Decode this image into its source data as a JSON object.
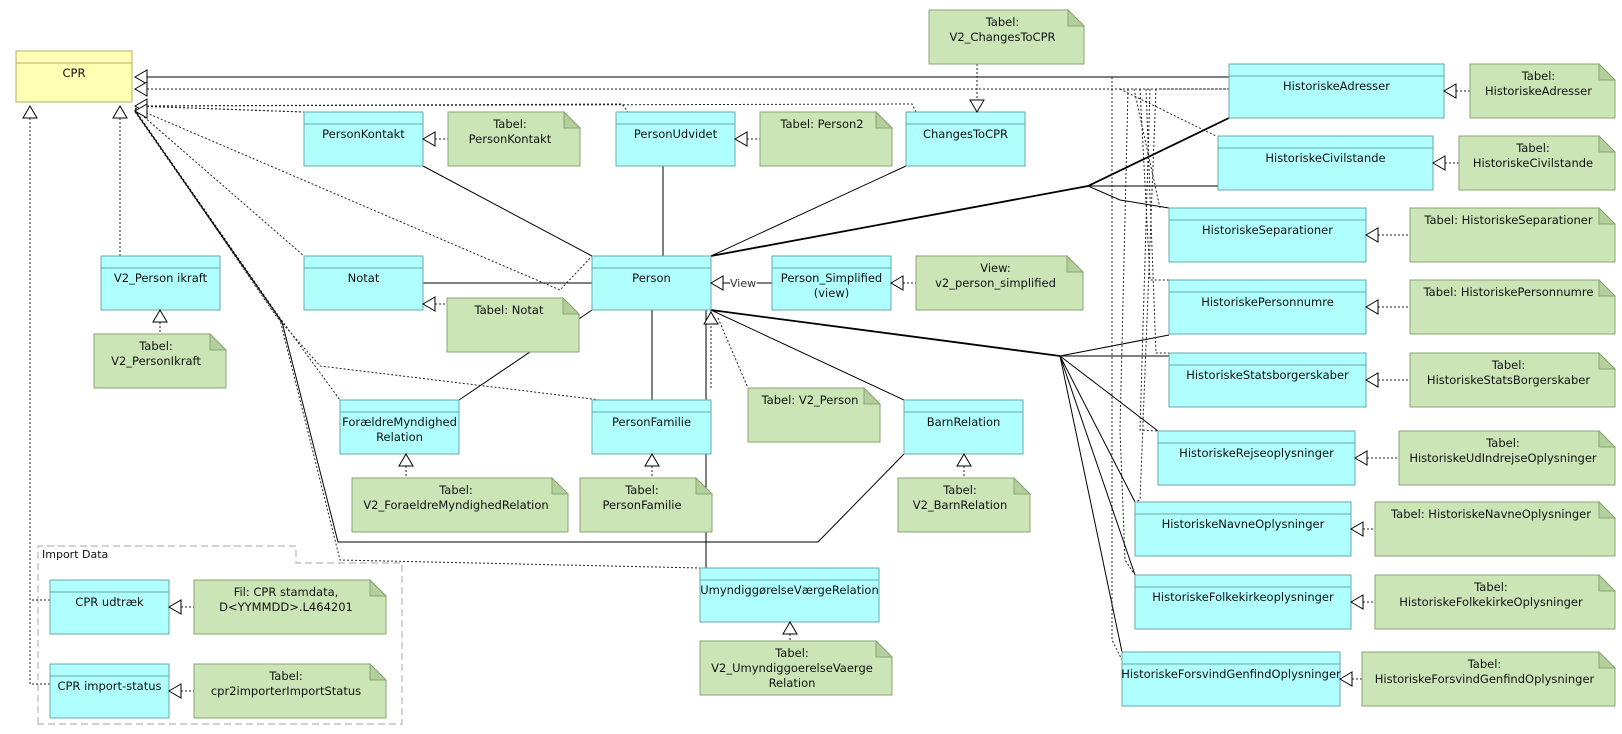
{
  "colors": {
    "class_fill": "#b0ffff",
    "class_border": "#6aa7a7",
    "root_fill": "#ffffb4",
    "root_border": "#b4ad6a",
    "note_fill": "#cbe5b7",
    "note_border": "#8aa574"
  },
  "package": {
    "label": "Import Data"
  },
  "connector_labels": {
    "view": "View"
  },
  "classes": {
    "cpr": {
      "label": [
        "CPR"
      ]
    },
    "personkontakt": {
      "label": [
        "PersonKontakt"
      ]
    },
    "personudvidet": {
      "label": [
        "PersonUdvidet"
      ]
    },
    "changestocpr": {
      "label": [
        "ChangesToCPR"
      ]
    },
    "v2personikraft": {
      "label": [
        "V2_Person ikraft"
      ]
    },
    "notat": {
      "label": [
        "Notat"
      ]
    },
    "person": {
      "label": [
        "Person"
      ]
    },
    "personsimplified": {
      "label": [
        "Person_Simplified",
        "(view)"
      ]
    },
    "foraeldre": {
      "label": [
        "ForældreMyndighed",
        "Relation"
      ]
    },
    "personfamilie": {
      "label": [
        "PersonFamilie"
      ]
    },
    "barnrelation": {
      "label": [
        "BarnRelation"
      ]
    },
    "umyndig": {
      "label": [
        "UmyndiggørelseVærgeRelation"
      ]
    },
    "cprudtraek": {
      "label": [
        "CPR udtræk"
      ]
    },
    "cprimport": {
      "label": [
        "CPR import-status"
      ]
    },
    "histadresser": {
      "label": [
        "HistoriskeAdresser"
      ]
    },
    "histcivil": {
      "label": [
        "HistoriskeCivilstande"
      ]
    },
    "histsep": {
      "label": [
        "HistoriskeSeparationer"
      ]
    },
    "histpersonnr": {
      "label": [
        "HistoriskePersonnumre"
      ]
    },
    "histstats": {
      "label": [
        "HistoriskeStatsborgerskaber"
      ]
    },
    "histrejse": {
      "label": [
        "HistoriskeRejseoplysninger"
      ]
    },
    "histnavne": {
      "label": [
        "HistoriskeNavneOplysninger"
      ]
    },
    "histfolke": {
      "label": [
        "HistoriskeFolkekirkeoplysninger"
      ]
    },
    "histforsvind": {
      "label": [
        "HistoriskeForsvindGenfindOplysninger"
      ]
    }
  },
  "notes": {
    "n_changes": {
      "label": [
        "Tabel:",
        "V2_ChangesToCPR"
      ]
    },
    "n_personkontakt": {
      "label": [
        "Tabel:",
        "PersonKontakt"
      ]
    },
    "n_person2": {
      "label": [
        "Tabel: Person2"
      ]
    },
    "n_ikraft": {
      "label": [
        "Tabel:",
        "V2_PersonIkraft"
      ]
    },
    "n_notat": {
      "label": [
        "Tabel: Notat"
      ]
    },
    "n_simplified": {
      "label": [
        "View:",
        "v2_person_simplified"
      ]
    },
    "n_v2person": {
      "label": [
        "Tabel: V2_Person"
      ]
    },
    "n_foraeldre": {
      "label": [
        "Tabel:",
        "V2_ForaeldreMyndighedRelation"
      ]
    },
    "n_familie": {
      "label": [
        "Tabel:",
        "PersonFamilie"
      ]
    },
    "n_barn": {
      "label": [
        "Tabel:",
        "V2_BarnRelation"
      ]
    },
    "n_umyndig": {
      "label": [
        "Tabel:",
        "V2_UmyndiggoerelseVaerge",
        "Relation"
      ]
    },
    "n_udtraek": {
      "label": [
        "Fil: CPR stamdata,",
        "D<YYMMDD>.L464201"
      ]
    },
    "n_import": {
      "label": [
        "Tabel:",
        "cpr2importerImportStatus"
      ]
    },
    "n_adresser": {
      "label": [
        "Tabel:",
        "HistoriskeAdresser"
      ]
    },
    "n_civil": {
      "label": [
        "Tabel:",
        "HistoriskeCivilstande"
      ]
    },
    "n_sep": {
      "label": [
        "Tabel: HistoriskeSeparationer"
      ]
    },
    "n_personnr": {
      "label": [
        "Tabel: HistoriskePersonnumre"
      ]
    },
    "n_stats": {
      "label": [
        "Tabel:",
        "HistoriskeStatsBorgerskaber"
      ]
    },
    "n_rejse": {
      "label": [
        "Tabel:",
        "HistoriskeUdIndrejseOplysninger"
      ]
    },
    "n_navne": {
      "label": [
        "Tabel: HistoriskeNavneOplysninger"
      ]
    },
    "n_folke": {
      "label": [
        "Tabel:",
        "HistoriskeFolkekirkeOplysninger"
      ]
    },
    "n_forsvind": {
      "label": [
        "Tabel:",
        "HistoriskeForsvindGenfindOplysninger"
      ]
    }
  }
}
